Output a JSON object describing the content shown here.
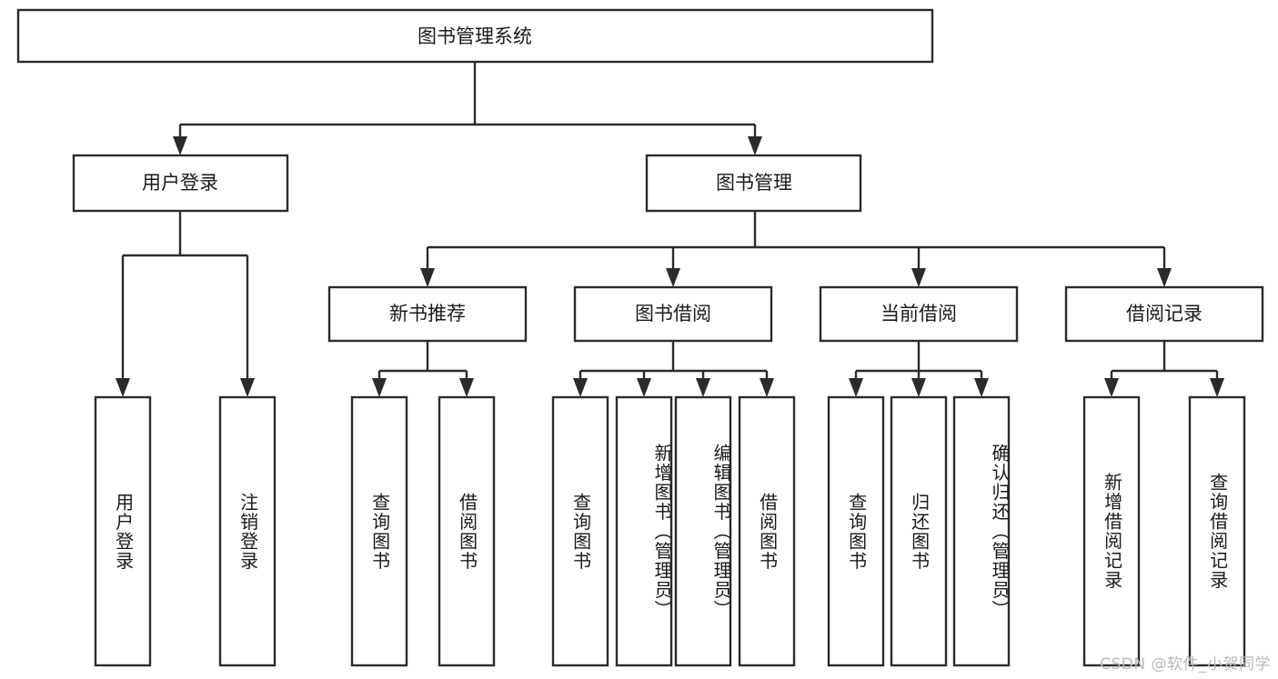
{
  "diagram": {
    "type": "tree",
    "title": "图书管理系统",
    "orientation": "top-down",
    "colors": {
      "box_stroke": "#2b2b2b",
      "box_fill": "#ffffff",
      "text": "#1a1a1a",
      "background": "#ffffff",
      "watermark": "#b9b9b9"
    },
    "root": {
      "label": "图书管理系统"
    },
    "level2": [
      {
        "id": "user-login",
        "label": "用户登录"
      },
      {
        "id": "book-manage",
        "label": "图书管理"
      }
    ],
    "level3": [
      {
        "id": "new-book-recommend",
        "label": "新书推荐",
        "parent": "book-manage"
      },
      {
        "id": "book-borrow",
        "label": "图书借阅",
        "parent": "book-manage"
      },
      {
        "id": "current-borrow",
        "label": "当前借阅",
        "parent": "book-manage"
      },
      {
        "id": "borrow-record",
        "label": "借阅记录",
        "parent": "book-manage"
      }
    ],
    "leaves": [
      {
        "id": "leaf-user-login",
        "label": "用户登录",
        "parent": "user-login"
      },
      {
        "id": "leaf-logout",
        "label": "注销登录",
        "parent": "user-login"
      },
      {
        "id": "leaf-query-book-1",
        "label": "查询图书",
        "parent": "new-book-recommend"
      },
      {
        "id": "leaf-borrow-book-1",
        "label": "借阅图书",
        "parent": "new-book-recommend"
      },
      {
        "id": "leaf-query-book-2",
        "label": "查询图书",
        "parent": "book-borrow"
      },
      {
        "id": "leaf-add-book",
        "label": "新增图书（管理员）",
        "parent": "book-borrow"
      },
      {
        "id": "leaf-edit-book",
        "label": "编辑图书（管理员）",
        "parent": "book-borrow"
      },
      {
        "id": "leaf-borrow-book-2",
        "label": "借阅图书",
        "parent": "book-borrow"
      },
      {
        "id": "leaf-query-book-3",
        "label": "查询图书",
        "parent": "current-borrow"
      },
      {
        "id": "leaf-return-book",
        "label": "归还图书",
        "parent": "current-borrow"
      },
      {
        "id": "leaf-confirm-return",
        "label": "确认归还（管理员）",
        "parent": "current-borrow"
      },
      {
        "id": "leaf-add-record",
        "label": "新增借阅记录",
        "parent": "borrow-record"
      },
      {
        "id": "leaf-query-record",
        "label": "查询借阅记录",
        "parent": "borrow-record"
      }
    ]
  },
  "watermark": {
    "text": "CSDN @软件_小贺同学"
  }
}
